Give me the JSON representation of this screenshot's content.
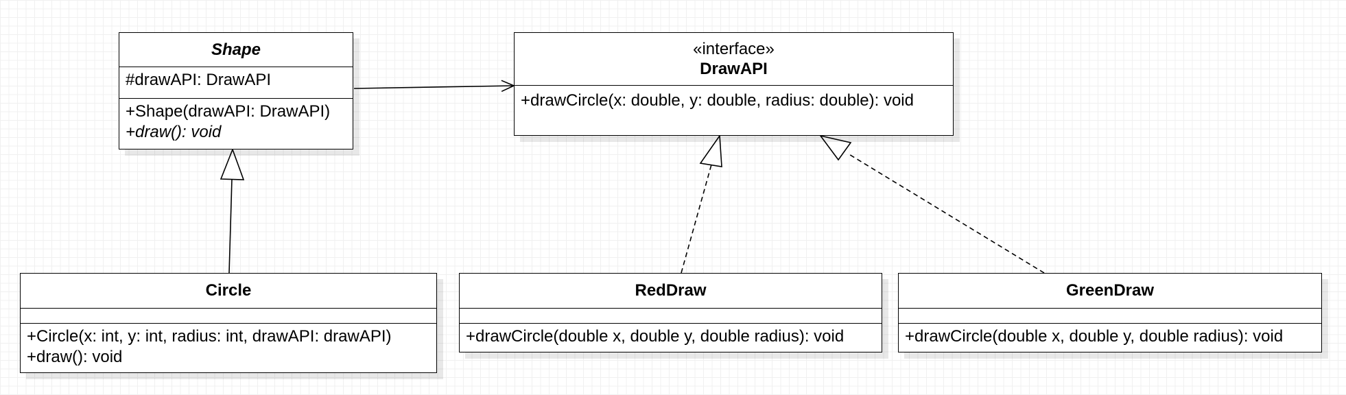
{
  "classes": {
    "shape": {
      "name": "Shape",
      "attributes": [
        "#drawAPI: DrawAPI"
      ],
      "operations": [
        "+Shape(drawAPI: DrawAPI)",
        "+draw(): void"
      ]
    },
    "drawapi": {
      "stereotype": "«interface»",
      "name": "DrawAPI",
      "operations": [
        "+drawCircle(x: double, y: double, radius: double): void"
      ]
    },
    "circle": {
      "name": "Circle",
      "operations": [
        "+Circle(x: int, y: int, radius: int, drawAPI: drawAPI)",
        "+draw(): void"
      ]
    },
    "reddraw": {
      "name": "RedDraw",
      "operations": [
        "+drawCircle(double x, double y, double radius): void"
      ]
    },
    "greendraw": {
      "name": "GreenDraw",
      "operations": [
        "+drawCircle(double x, double y, double radius): void"
      ]
    }
  }
}
